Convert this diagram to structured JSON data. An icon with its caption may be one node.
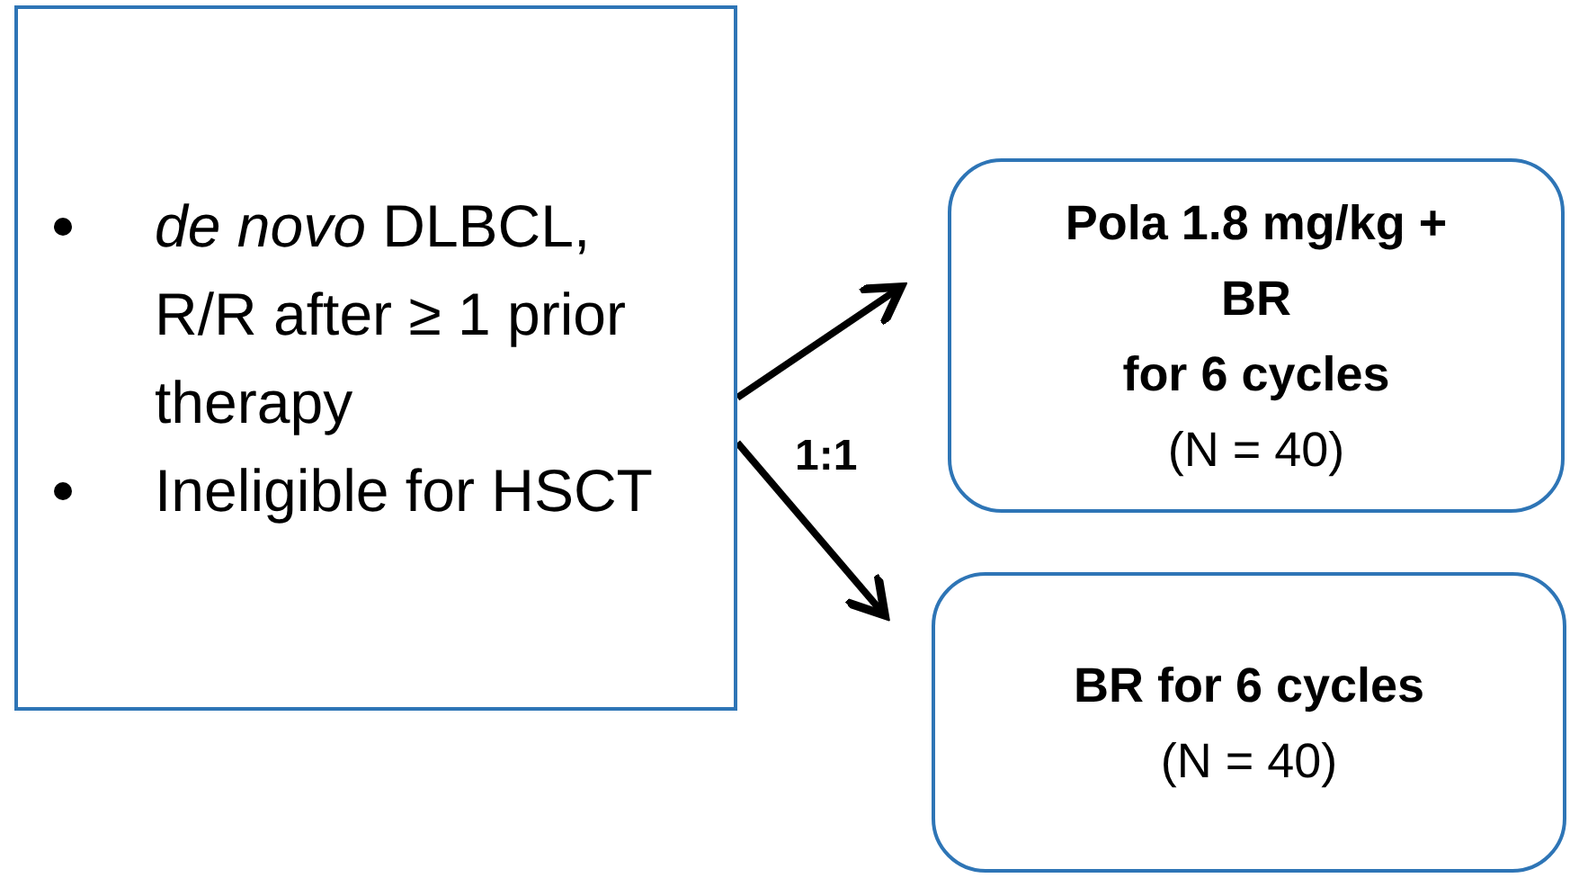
{
  "diagram": {
    "nodes": [
      {
        "text": [
          "*de novo* DLBCL, R/R after ≥ 1 prior therapy",
          "Ineligible for HSCT"
        ]
      },
      {
        "text": [
          "Pola 1.8 mg/kg + BR",
          "for 6 cycles",
          "(N = 40)"
        ]
      },
      {
        "text": [
          "BR for 6 cycles",
          "(N = 40)"
        ]
      }
    ],
    "edges": [
      {
        "from": 0,
        "to": 1,
        "arrow": "to"
      },
      {
        "from": 0,
        "to": 2,
        "arrow": "to"
      }
    ],
    "labels": [
      "1:1"
    ]
  }
}
